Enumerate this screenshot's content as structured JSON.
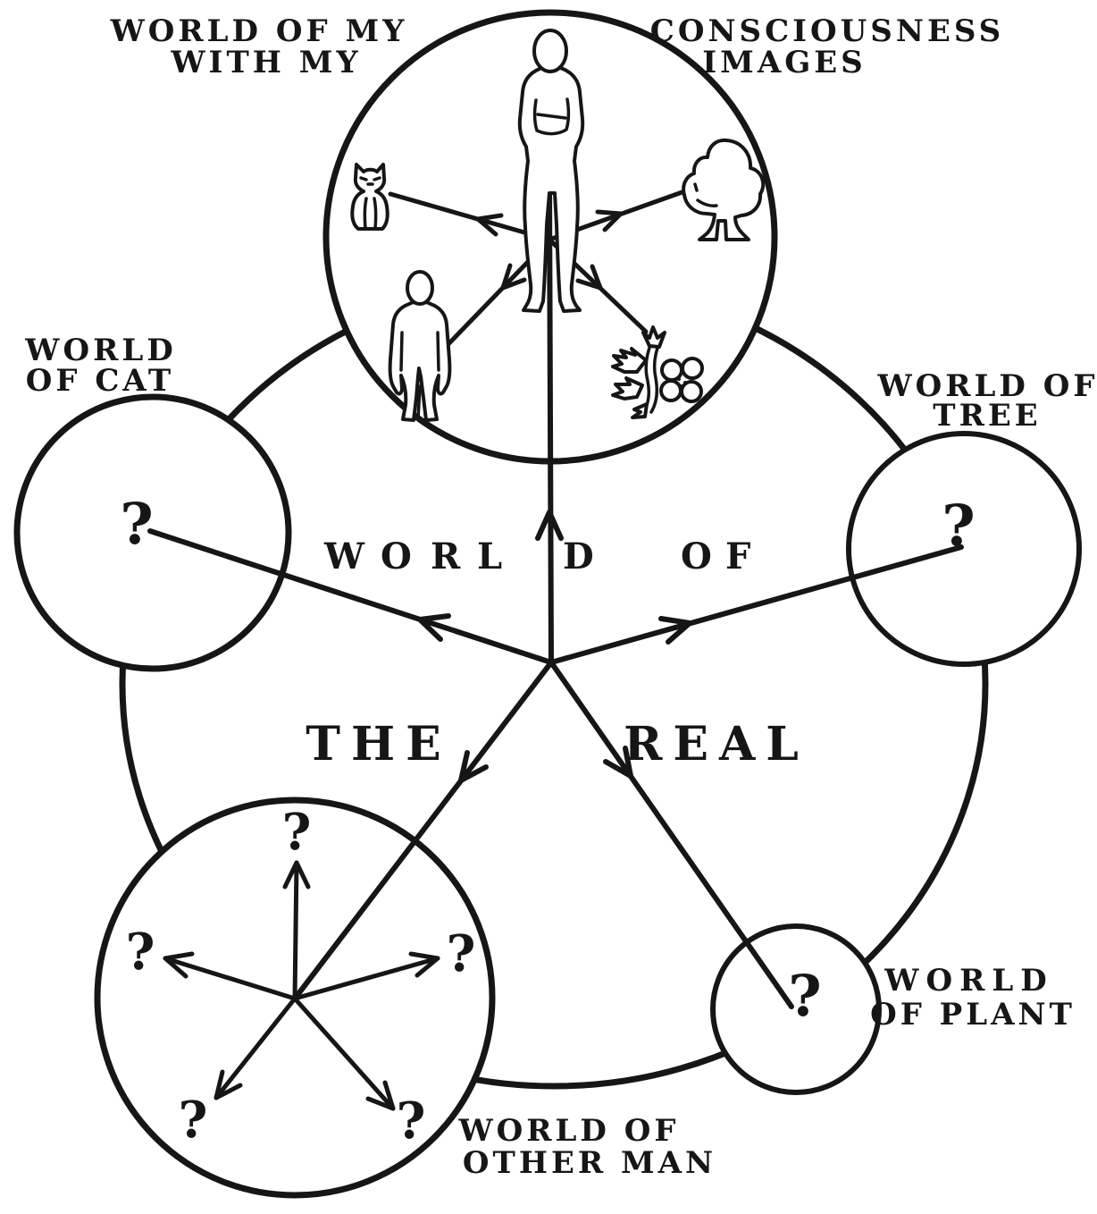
{
  "colors": {
    "ink": "#161616",
    "paper": "#ffffff"
  },
  "circles": {
    "real": {
      "word1": "WORLD",
      "word2": "OF",
      "word3": "THE",
      "word4": "REAL"
    },
    "consciousness": {
      "label_left": [
        "WORLD OF MY",
        "WITH MY"
      ],
      "label_right": [
        "CONSCIOUSNESS",
        "IMAGES"
      ],
      "figures": [
        {
          "icon": "my-person-icon"
        },
        {
          "icon": "cat-icon"
        },
        {
          "icon": "tree-icon"
        },
        {
          "icon": "other-man-icon"
        },
        {
          "icon": "plant-icon"
        }
      ]
    },
    "cat": {
      "label": [
        "WORLD",
        "OF CAT"
      ],
      "mark": "?"
    },
    "tree": {
      "label": [
        "WORLD OF",
        "TREE"
      ],
      "mark": "?"
    },
    "plant": {
      "label": [
        "WORLD",
        "OF PLANT"
      ],
      "mark": "?"
    },
    "other_man": {
      "label": [
        "WORLD OF",
        "OTHER MAN"
      ],
      "marks": [
        "?",
        "?",
        "?",
        "?",
        "?"
      ]
    }
  }
}
